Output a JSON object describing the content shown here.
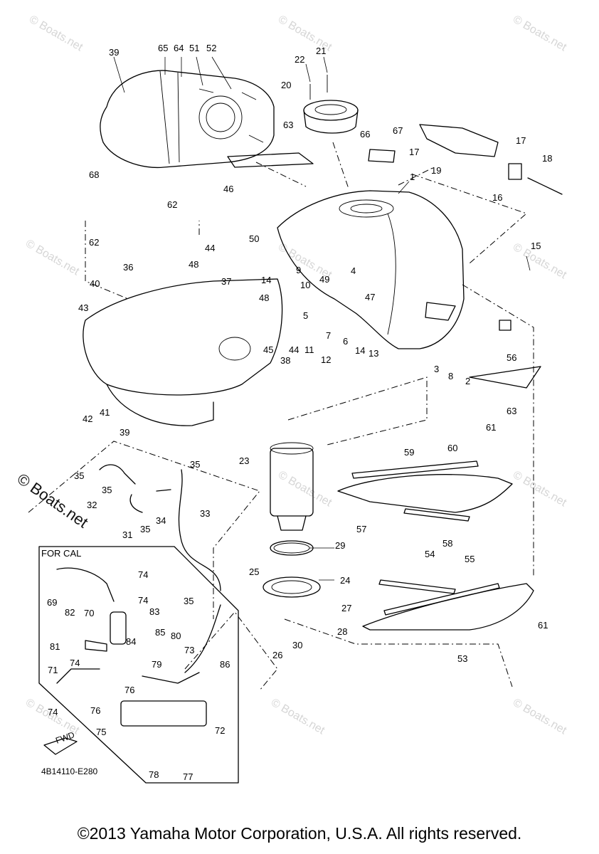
{
  "watermark": "© Boats.net",
  "watermark_large": "© Boats.net",
  "inset_title": "FOR CAL",
  "figure_code": "4B14110-E280",
  "fwd_label": "FWD",
  "copyright": "©2013 Yamaha Motor Corporation, U.S.A. All rights reserved.",
  "callouts": {
    "c65": "65",
    "c64": "64",
    "c51": "51",
    "c52": "52",
    "c39a": "39",
    "c22": "22",
    "c21": "21",
    "c20": "20",
    "c63a": "63",
    "c66": "66",
    "c67": "67",
    "c17a": "17",
    "c17b": "17",
    "c18": "18",
    "c19": "19",
    "c16": "16",
    "c1": "1",
    "c68": "68",
    "c62a": "62",
    "c62b": "62",
    "c46": "46",
    "c50": "50",
    "c44a": "44",
    "c36": "36",
    "c48a": "48",
    "c37": "37",
    "c48b": "48",
    "c40": "40",
    "c43": "43",
    "c14a": "14",
    "c9": "9",
    "c49": "49",
    "c4": "4",
    "c47": "47",
    "c15": "15",
    "c10": "10",
    "c5": "5",
    "c7": "7",
    "c11": "11",
    "c44b": "44",
    "c45": "45",
    "c38": "38",
    "c12": "12",
    "c6": "6",
    "c14b": "14",
    "c13": "13",
    "c56": "56",
    "c3": "3",
    "c8": "8",
    "c2": "2",
    "c63b": "63",
    "c42": "42",
    "c41": "41",
    "c39b": "39",
    "c23": "23",
    "c59": "59",
    "c61a": "61",
    "c60": "60",
    "c35a": "35",
    "c35b": "35",
    "c35c": "35",
    "c35d": "35",
    "c32": "32",
    "c34": "34",
    "c33": "33",
    "c31": "31",
    "c57": "57",
    "c58": "58",
    "c29": "29",
    "c25": "25",
    "c24": "24",
    "c27": "27",
    "c28": "28",
    "c26": "26",
    "c30": "30",
    "c54": "54",
    "c55": "55",
    "c61b": "61",
    "c53": "53",
    "c74a": "74",
    "c69": "69",
    "c74b": "74",
    "c82": "82",
    "c70": "70",
    "c83": "83",
    "c35e": "35",
    "c85": "85",
    "c81": "81",
    "c84": "84",
    "c80": "80",
    "c73": "73",
    "c86": "86",
    "c79": "79",
    "c74c": "74",
    "c71": "71",
    "c76a": "76",
    "c76b": "76",
    "c74d": "74",
    "c75": "75",
    "c72": "72",
    "c78": "78",
    "c77": "77"
  }
}
